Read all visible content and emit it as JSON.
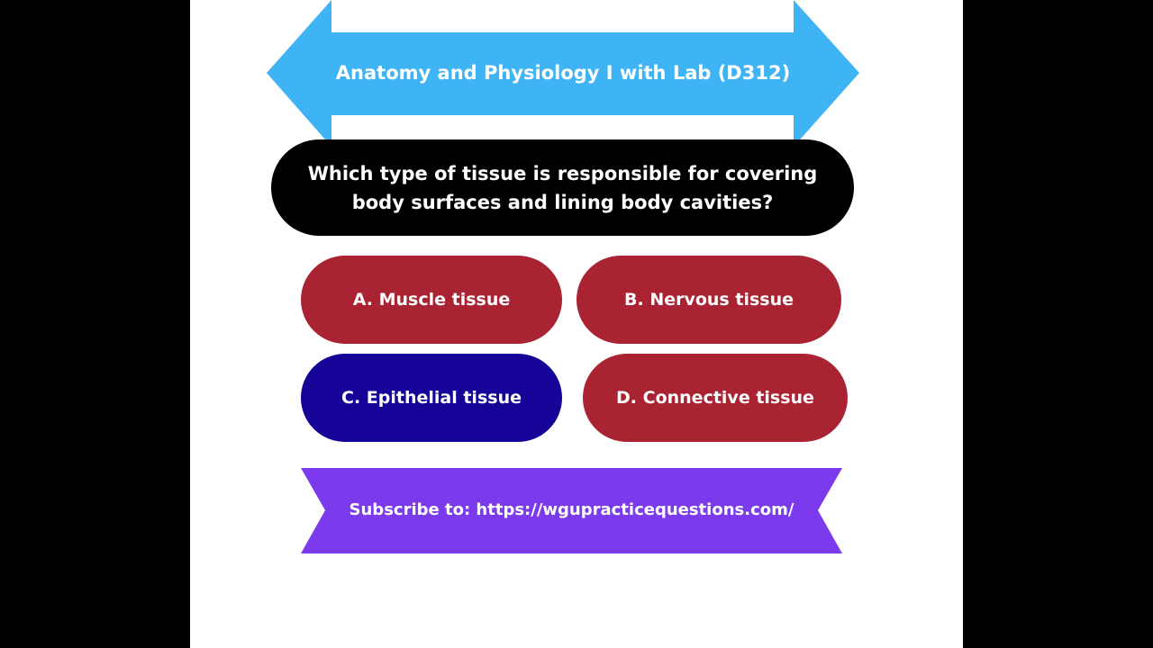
{
  "colors": {
    "background": "#000000",
    "slide": "#ffffff",
    "banner": "#3fb4f5",
    "question_bg": "#000000",
    "option_default": "#a92332",
    "option_selected": "#150497",
    "ribbon": "#7c3aed"
  },
  "banner": {
    "title": "Anatomy and Physiology I with Lab (D312)"
  },
  "question": {
    "text": "Which type of tissue is responsible for covering body surfaces and lining body cavities?"
  },
  "options": [
    {
      "label": "A. Muscle tissue",
      "highlighted": false
    },
    {
      "label": "B. Nervous tissue",
      "highlighted": false
    },
    {
      "label": "C. Epithelial tissue",
      "highlighted": true
    },
    {
      "label": "D. Connective tissue",
      "highlighted": false
    }
  ],
  "footer": {
    "subscribe_text": "Subscribe to: https://wgupracticequestions.com/"
  }
}
